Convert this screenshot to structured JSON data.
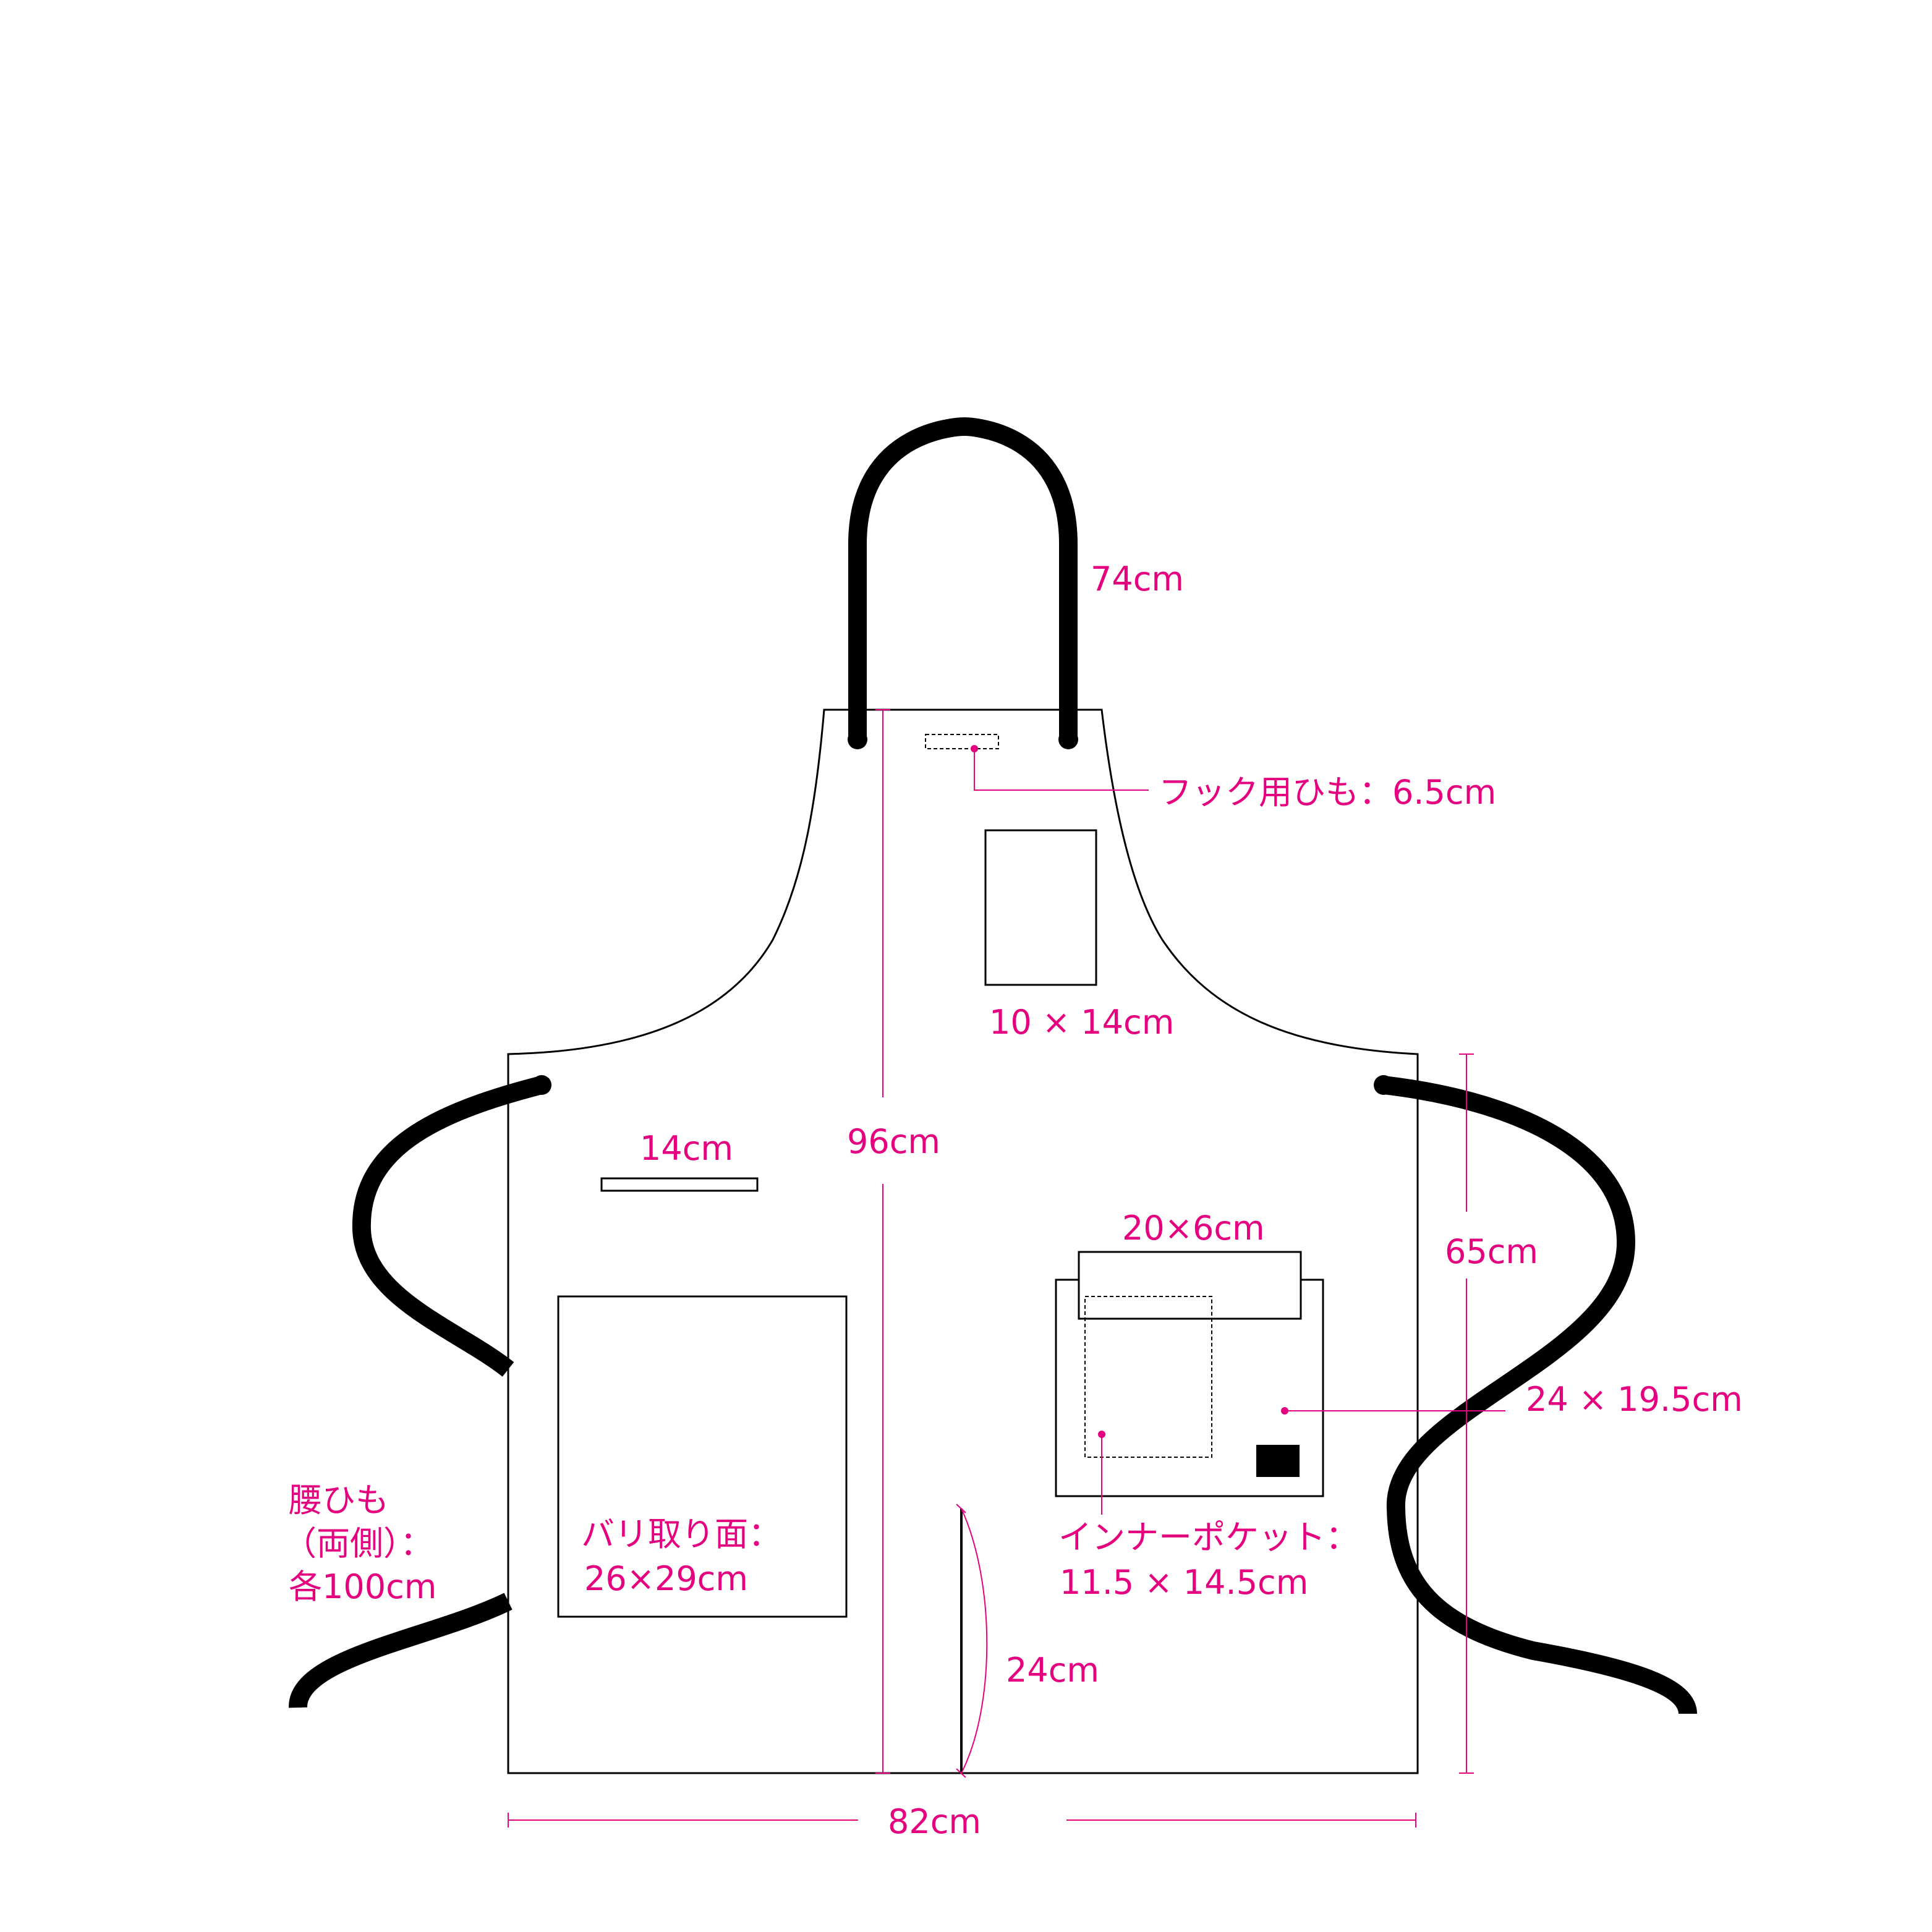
{
  "colors": {
    "accent": "#e4007f",
    "line": "#000000",
    "background": "#ffffff"
  },
  "labels": {
    "neck_strap": "74cm",
    "hook_strap": "フック用ひも：6.5cm",
    "chest_pocket": "10 × 14cm",
    "total_length": "96cm",
    "pen_slot": "14cm",
    "flap": "20×6cm",
    "side_height": "65cm",
    "right_pocket": "24 × 19.5cm",
    "waist_tie_line1": "腰ひも",
    "waist_tie_line2": "（両側）：",
    "waist_tie_line3": "各100cm",
    "velcro_line1": "バリ取り面：",
    "velcro_line2": "26×29cm",
    "inner_pocket_line1": "インナーポケット：",
    "inner_pocket_line2": "11.5 × 14.5cm",
    "slit": "24cm",
    "width": "82cm"
  }
}
